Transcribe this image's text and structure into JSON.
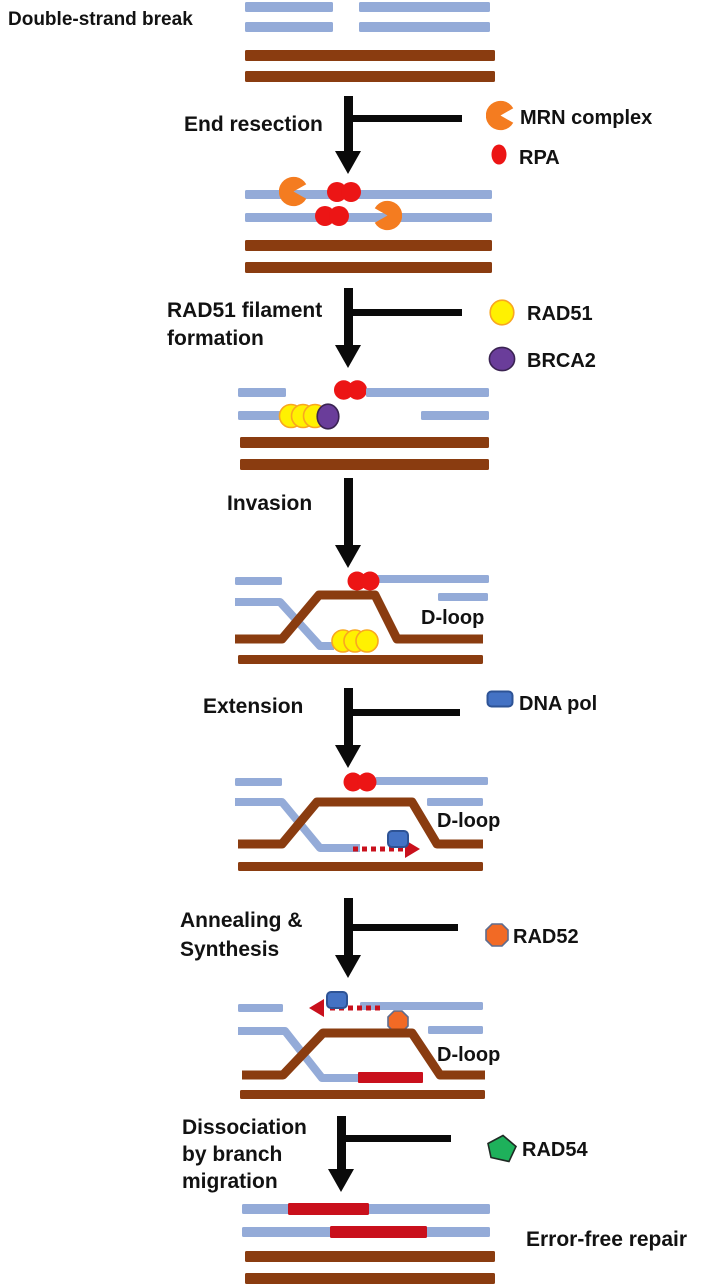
{
  "colors": {
    "strand_blue": "#94ABD8",
    "strand_brown": "#8A3C10",
    "rpa_red": "#EC1515",
    "mrn_orange": "#F47C20",
    "rad51_yellow": "#FFF101",
    "rad51_outline": "#F9A620",
    "brca2_purple": "#6A3D9A",
    "brca2_outline": "#3A2352",
    "dna_pol_blue": "#4472C4",
    "dna_pol_outline": "#2E5395",
    "rad52_orange": "#F26A25",
    "rad52_outline": "#5F6C8E",
    "rad54_green": "#1EB15B",
    "rad54_outline": "#1F2A24",
    "new_dna_red": "#C9101C",
    "arrow_black": "#0A0A0A",
    "text_black": "#121212"
  },
  "steps": [
    {
      "id": "double-strand-break",
      "lines": [
        "Double-strand break"
      ]
    },
    {
      "id": "end-resection",
      "lines": [
        "End resection"
      ]
    },
    {
      "id": "rad51-filament-formation",
      "lines": [
        "RAD51 filament",
        "formation"
      ]
    },
    {
      "id": "invasion",
      "lines": [
        "Invasion"
      ]
    },
    {
      "id": "extension",
      "lines": [
        "Extension"
      ]
    },
    {
      "id": "annealing-synthesis",
      "lines": [
        "Annealing &",
        "Synthesis"
      ]
    },
    {
      "id": "dissociation-by-branch-migration",
      "lines": [
        "Dissociation",
        "by branch",
        "migration"
      ]
    }
  ],
  "legend": [
    {
      "id": "mrn-complex",
      "label": "MRN complex",
      "icon": "pacman-icon"
    },
    {
      "id": "rpa",
      "label": "RPA",
      "icon": "oval-icon"
    },
    {
      "id": "rad51",
      "label": "RAD51",
      "icon": "circle-icon"
    },
    {
      "id": "brca2",
      "label": "BRCA2",
      "icon": "oval-icon"
    },
    {
      "id": "dna-pol",
      "label": "DNA pol",
      "icon": "rounded-square-icon"
    },
    {
      "id": "rad52",
      "label": "RAD52",
      "icon": "octagon-icon"
    },
    {
      "id": "rad54",
      "label": "RAD54",
      "icon": "pentagon-icon"
    }
  ],
  "annotations": {
    "d_loop": "D-loop",
    "result": "Error-free repair"
  }
}
